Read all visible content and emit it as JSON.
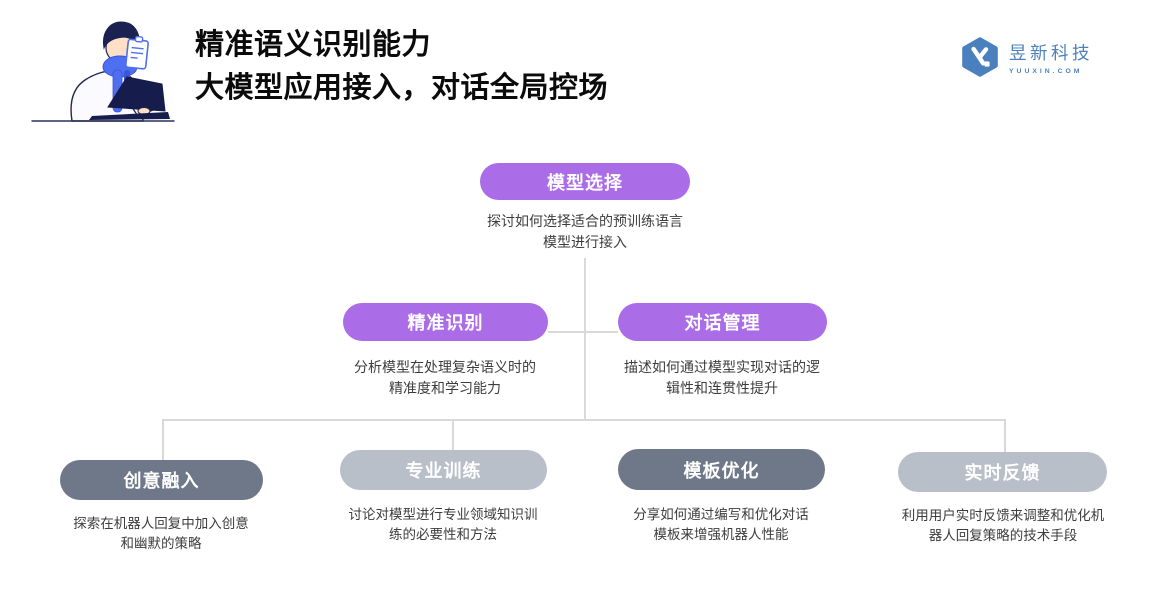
{
  "header": {
    "title_line1": "精准语义识别能力",
    "title_line2": "大模型应用接入，对话全局控场"
  },
  "brand": {
    "name": "昱新科技",
    "domain": "YUUXIN.COM"
  },
  "colors": {
    "node_purple": "#ab6ce8",
    "node_dark_gray": "#6f7888",
    "node_light_gray": "#b9bfc9",
    "connector_gray": "#d9d9d9",
    "brand_blue": "#4e82bd",
    "illustration_blue": "#4d6ff0",
    "illustration_navy": "#1b2251"
  },
  "diagram": {
    "root": {
      "label": "模型选择",
      "desc_lines": [
        "探讨如何选择适合的预训练语言",
        "模型进行接入"
      ]
    },
    "level2": [
      {
        "label": "精准识别",
        "desc_lines": [
          "分析模型在处理复杂语义时的",
          "精准度和学习能力"
        ]
      },
      {
        "label": "对话管理",
        "desc_lines": [
          "描述如何通过模型实现对话的逻",
          "辑性和连贯性提升"
        ]
      }
    ],
    "level3": [
      {
        "label": "创意融入",
        "desc_lines": [
          "探索在机器人回复中加入创意",
          "和幽默的策略"
        ]
      },
      {
        "label": "专业训练",
        "desc_lines": [
          "讨论对模型进行专业领域知识训",
          "练的必要性和方法"
        ]
      },
      {
        "label": "模板优化",
        "desc_lines": [
          "分享如何通过编写和优化对话",
          "模板来增强机器人性能"
        ]
      },
      {
        "label": "实时反馈",
        "desc_lines": [
          "利用用户实时反馈来调整和优化机",
          "器人回复策略的技术手段"
        ]
      }
    ]
  }
}
